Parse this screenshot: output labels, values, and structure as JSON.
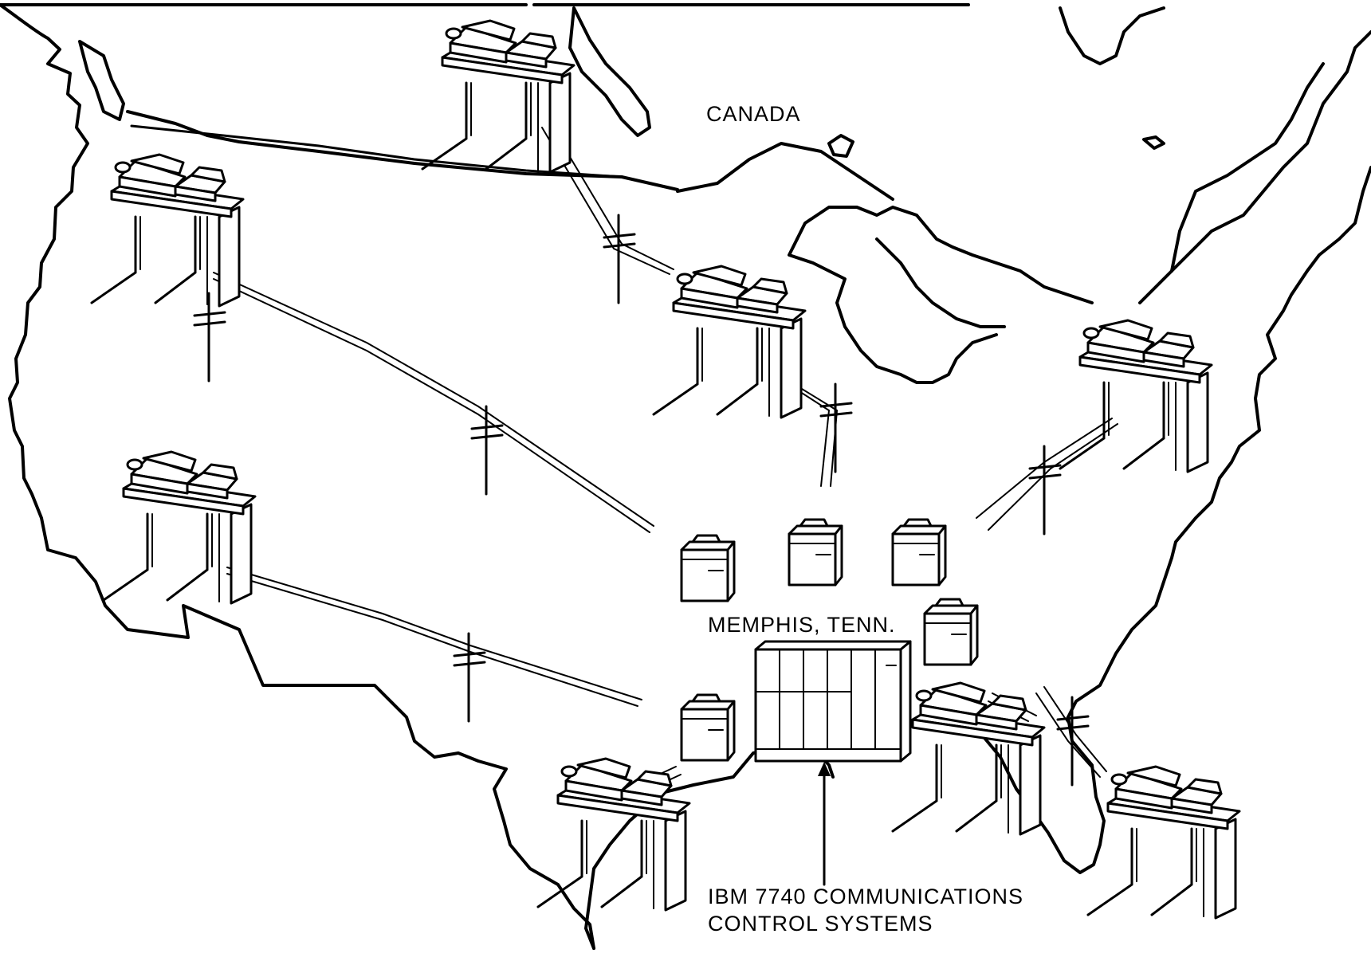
{
  "labels": {
    "country": "CANADA",
    "hub_city": "MEMPHIS, TENN.",
    "system_line1": "IBM 7740 COMMUNICATIONS",
    "system_line2": "CONTROL SYSTEMS"
  },
  "colors": {
    "ink": "#000000",
    "paper": "#ffffff"
  },
  "icons": {
    "terminal": "terminal-desk-icon",
    "telephone_pole": "telephone-pole-icon",
    "peripheral": "peripheral-unit-icon",
    "mainframe": "mainframe-cabinet-icon"
  }
}
